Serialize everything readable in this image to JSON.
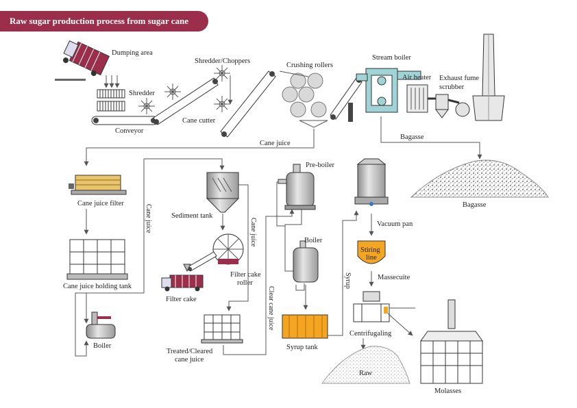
{
  "title": "Raw sugar production process from sugar cane",
  "labels": {
    "dumping_area": "Dumping area",
    "shredder_choppers": "Shredder/Choppers",
    "crushing_rollers": "Crushing rollers",
    "stream_boiler": "Stream boiler",
    "air_heater": "Air heater",
    "exhaust_line1": "Exhaust fume",
    "exhaust_line2": "scrubber",
    "shredder": "Shredder",
    "conveyor": "Conveyor",
    "cane_cutter": "Cane cutter",
    "cane_juice_top": "Cane juice",
    "bagasse_flow": "Bagasse",
    "bagasse_pile": "Bagasse",
    "cane_juice_filter": "Cane juice filter",
    "cane_juice_vertical_left": "Cane juice",
    "sediment_tank": "Sediment tank",
    "cane_juice_vertical_mid": "Cane juice",
    "filter_cake_roller_line1": "Filter cake",
    "filter_cake_roller_line2": "roller",
    "filter_cake": "Filter cake",
    "cane_juice_holding_tank": "Cane juice holding tank",
    "boiler_left": "Boiler",
    "treated_line1": "Treated/Cleared",
    "treated_line2": "cane juice",
    "clear_cane_juice": "Clear cane juice",
    "pre_boiler": "Pre-boiler",
    "boiler_mid": "Boiler",
    "syrup_tank": "Syrup tank",
    "syrup_vertical": "Syrup",
    "vacuum_pan": "Vacuum pan",
    "stirring_line1": "Stiring",
    "stirring_line2": "line",
    "massecuite": "Massecuite",
    "centrifugaling": "Centrifugaling",
    "raw": "Raw",
    "molasses": "Molasses"
  },
  "colors": {
    "banner": "#9b2f4b",
    "line": "#555555",
    "boiler_teal": "#9fd3d6",
    "tank_orange": "#f4a623",
    "filter_yellow": "#e9c46a"
  }
}
